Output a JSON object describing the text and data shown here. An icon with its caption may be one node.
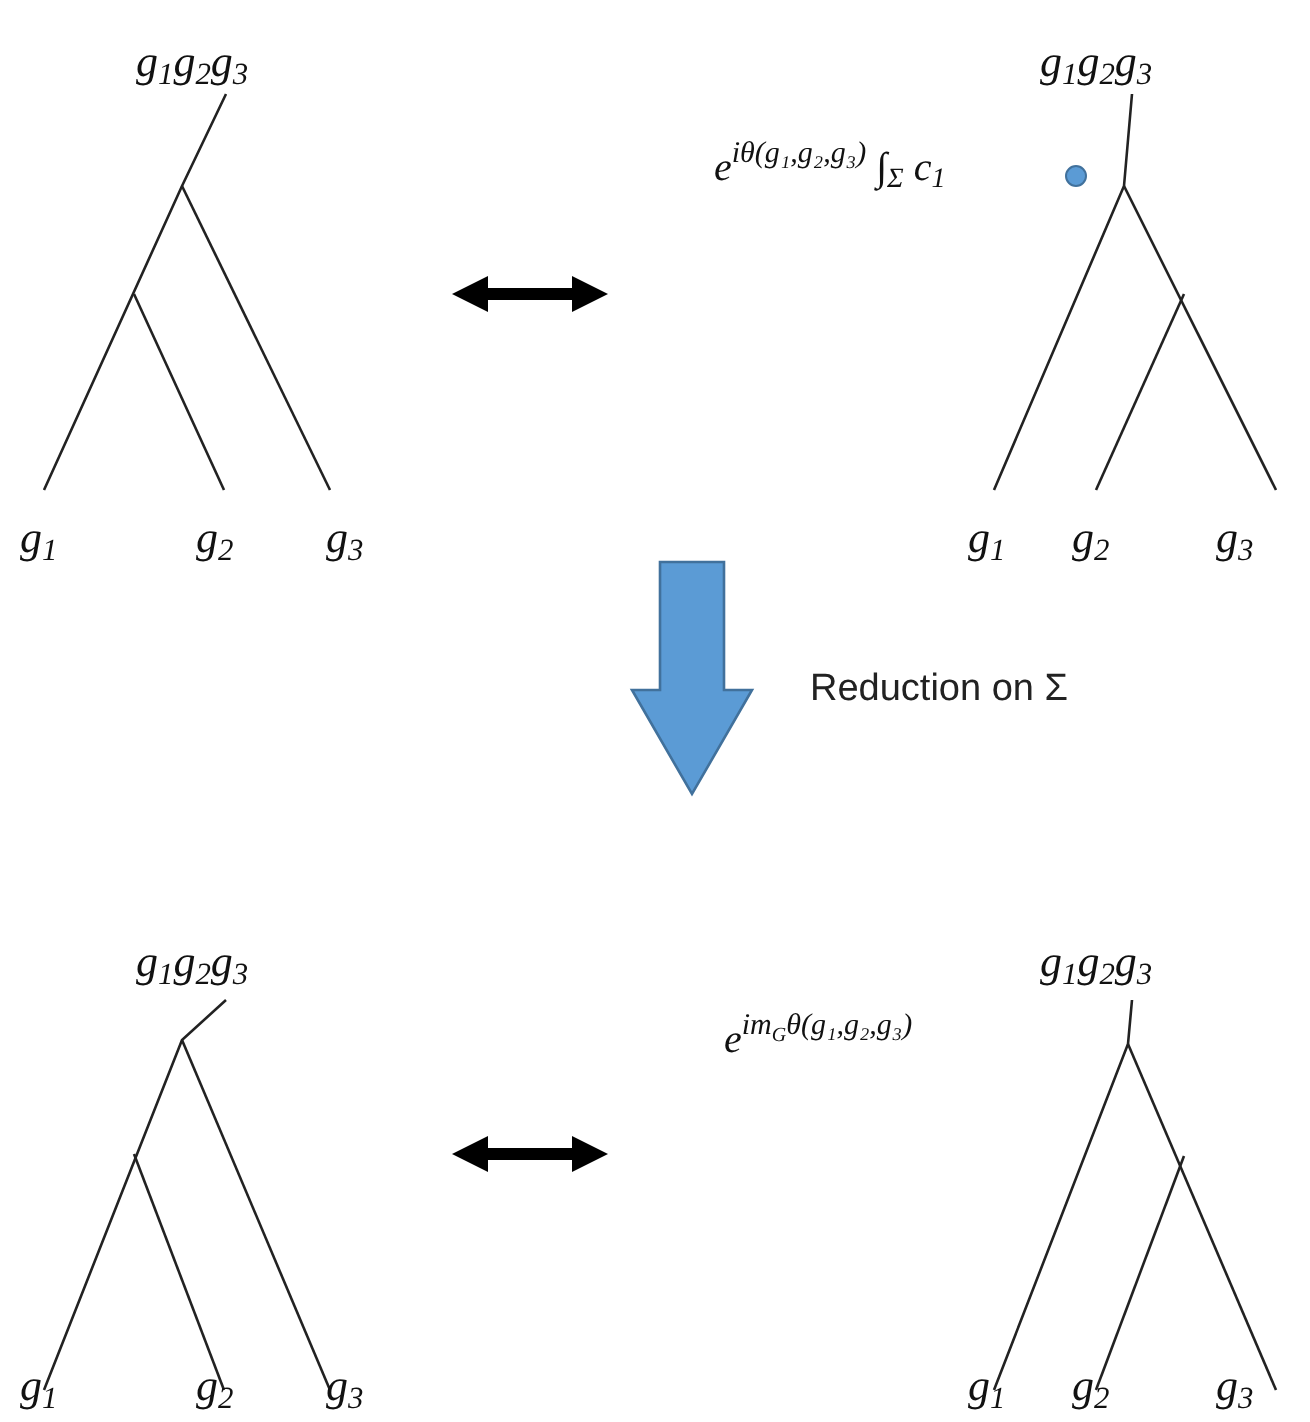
{
  "diagram": {
    "nodes": [
      {
        "text": [
          "g$_{1}$g$_{2}$g$_{3}$",
          "g$_{1}$",
          "g$_{2}$",
          "g$_{3}$"
        ]
      },
      {
        "text": [
          "g$_{1}$g$_{2}$g$_{3}$",
          "e$^{iθ(g₁,g₂,g₃)}$ ∫$_{Σ}$ c$_{1}$",
          "g$_{1}$",
          "g$_{2}$",
          "g$_{3}$"
        ]
      },
      {
        "text": [
          "g$_{1}$g$_{2}$g$_{3}$",
          "g$_{1}$",
          "g$_{2}$",
          "g$_{3}$"
        ]
      },
      {
        "text": [
          "g$_{1}$g$_{2}$g$_{3}$",
          "e$^{im}$$_{G}$$^{θ(g₁,g₂,g₃)}$",
          "g$_{1}$",
          "g$_{2}$",
          "g$_{3}$"
        ]
      }
    ],
    "edges": [
      {
        "from": 0,
        "to": 1,
        "arrow": "both"
      },
      {
        "from": 2,
        "to": 3,
        "arrow": "both"
      }
    ],
    "labels": [
      "Reduction on Σ"
    ]
  }
}
